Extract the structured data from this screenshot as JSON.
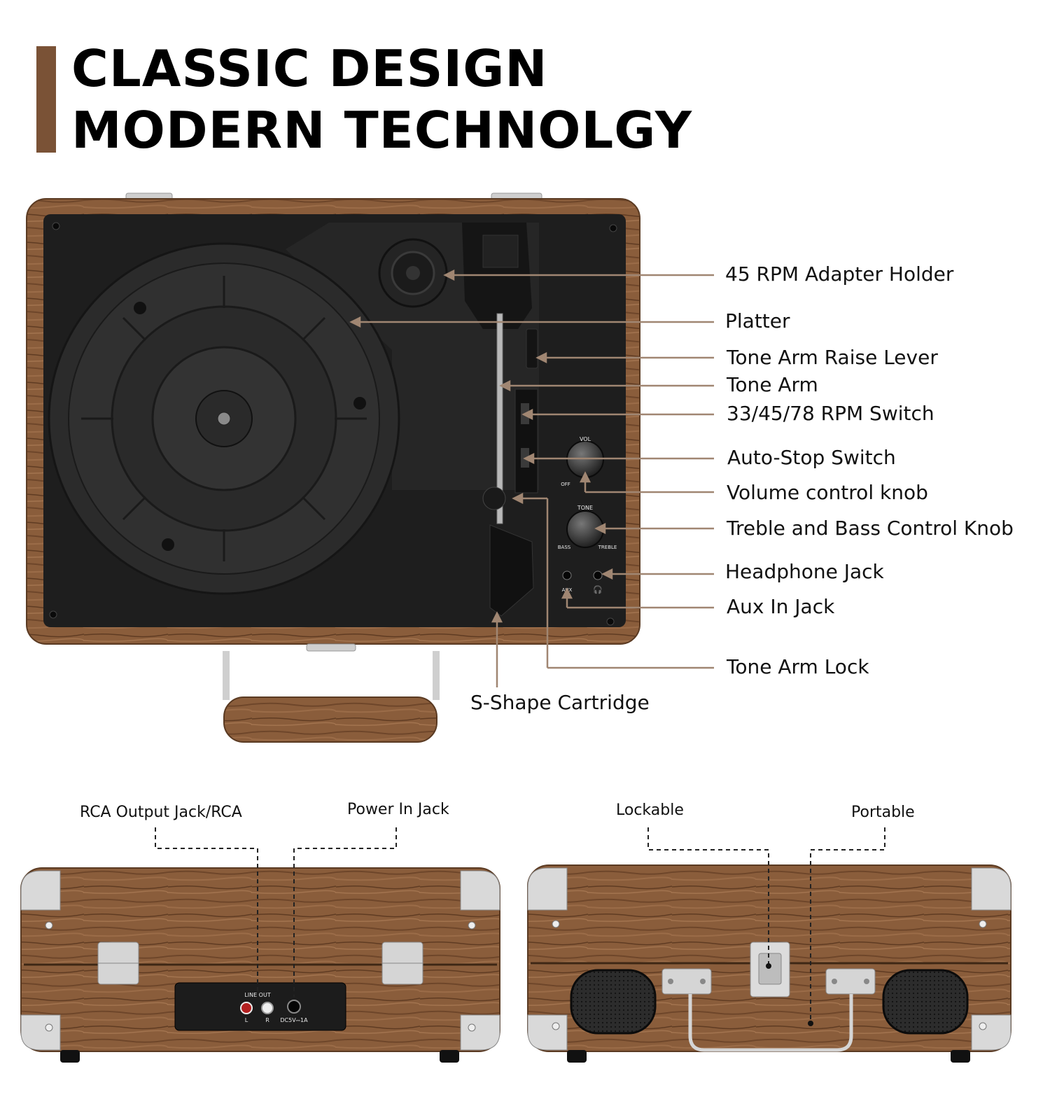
{
  "title": {
    "line1": "CLASSIC DESIGN",
    "line2": "MODERN TECHNOLGY"
  },
  "colors": {
    "accent_bar": "#7a5236",
    "leader_line": "#a08672",
    "wood": "#8a5d3b",
    "deck": "#1e1e1e",
    "platter": "#2b2b2b"
  },
  "top_view": {
    "callouts": [
      "45 RPM Adapter Holder",
      "Platter",
      "Tone Arm Raise Lever",
      "Tone Arm",
      "33/45/78 RPM Switch",
      "Auto-Stop Switch",
      "Volume control knob",
      "Treble and Bass Control Knob",
      "Headphone Jack",
      "Aux In Jack",
      "Tone Arm Lock",
      "S-Shape Cartridge"
    ],
    "panel_labels": {
      "vol": "VOL",
      "off": "OFF",
      "tone": "TONE",
      "bass": "BASS",
      "treble": "TREBLE",
      "aux": "AUX"
    }
  },
  "back_view": {
    "callouts": [
      "RCA Output Jack/RCA",
      "Power In Jack"
    ],
    "panel_labels": {
      "line_out": "LINE OUT",
      "left": "L",
      "right": "R",
      "power": "DC5V⎓1A"
    }
  },
  "front_view": {
    "callouts": [
      "Lockable",
      "Portable"
    ]
  }
}
